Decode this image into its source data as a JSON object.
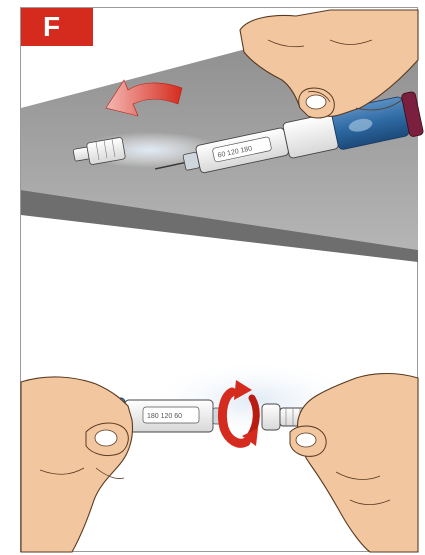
{
  "step_label": "F",
  "top_panel": {
    "dose_scale_text": "60  120  180"
  },
  "bottom_panel": {
    "dose_scale_text": "180  120  60"
  }
}
